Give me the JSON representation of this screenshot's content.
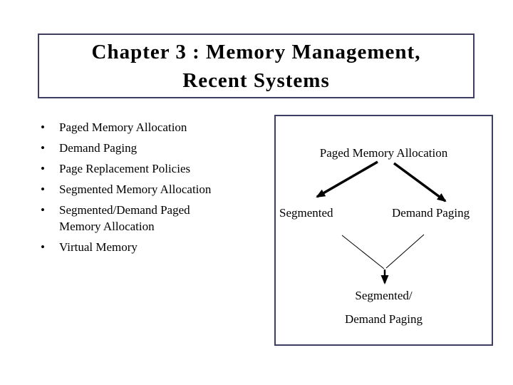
{
  "title": {
    "line1": "Chapter 3 : Memory Management,",
    "line2": "Recent Systems"
  },
  "glyphs": {
    "bullet": "•"
  },
  "bullets": [
    {
      "line1": "Paged Memory Allocation"
    },
    {
      "line1": "Demand Paging"
    },
    {
      "line1": "Page Replacement Policies"
    },
    {
      "line1": "Segmented Memory Allocation"
    },
    {
      "line1": "Segmented/Demand Paged",
      "line2": "Memory Allocation"
    },
    {
      "line1": "Virtual Memory"
    }
  ],
  "diagram": {
    "root": "Paged Memory Allocation",
    "left_child": "Segmented",
    "right_child": "Demand Paging",
    "merged_line1": "Segmented/",
    "merged_line2": "Demand Paging"
  },
  "colors": {
    "background": "#ffffff",
    "box_border": "#3e3e64",
    "text": "#000000",
    "arrow": "#000000"
  }
}
